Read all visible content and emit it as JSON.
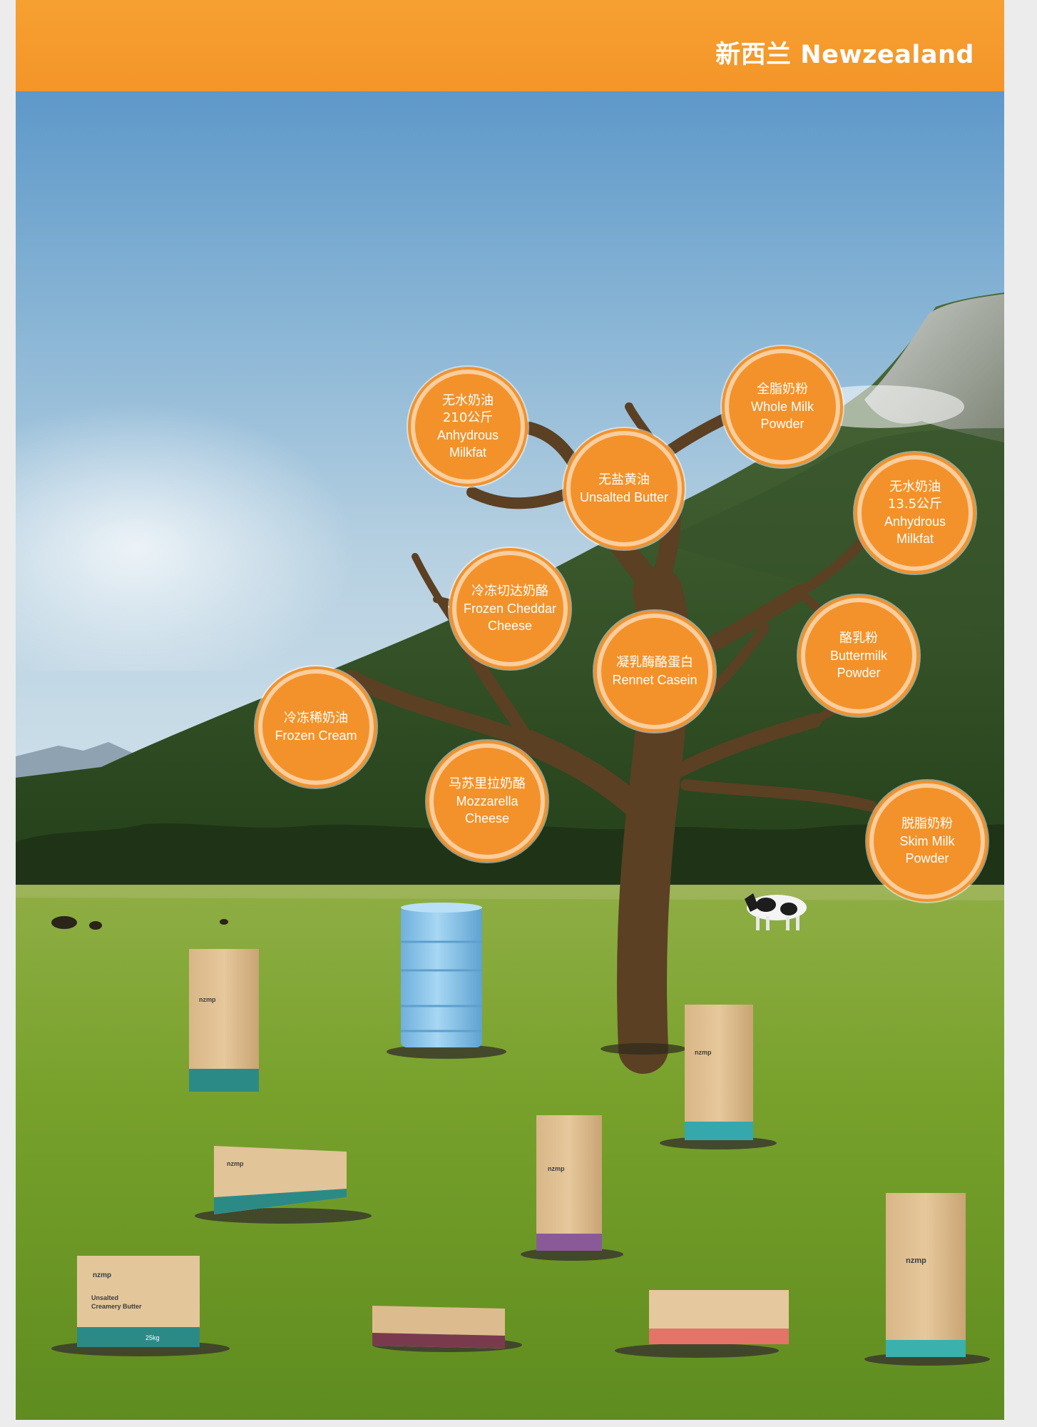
{
  "header": {
    "title": "新西兰 Newzealand"
  },
  "bubbles": [
    {
      "id": "amf-210",
      "lines": [
        "无水奶油",
        "210公斤",
        "Anhydrous",
        "Milkfat"
      ]
    },
    {
      "id": "whole-milk",
      "lines": [
        "全脂奶粉",
        "Whole Milk",
        "Powder"
      ]
    },
    {
      "id": "unsalted-butter",
      "lines": [
        "无盐黄油",
        "Unsalted Butter"
      ]
    },
    {
      "id": "amf-13",
      "lines": [
        "无水奶油",
        "13.5公斤",
        "Anhydrous",
        "Milkfat"
      ]
    },
    {
      "id": "cheddar",
      "lines": [
        "冷冻切达奶酪",
        "Frozen Cheddar",
        "Cheese"
      ]
    },
    {
      "id": "buttermilk",
      "lines": [
        "酪乳粉",
        "Buttermilk",
        "Powder"
      ]
    },
    {
      "id": "rennet",
      "lines": [
        "凝乳酶酪蛋白",
        "Rennet Casein"
      ]
    },
    {
      "id": "frozen-cream",
      "lines": [
        "冷冻稀奶油",
        "Frozen Cream"
      ]
    },
    {
      "id": "mozzarella",
      "lines": [
        "马苏里拉奶酪",
        "Mozzarella",
        "Cheese"
      ]
    },
    {
      "id": "skim-milk",
      "lines": [
        "脱脂奶粉",
        "Skim Milk",
        "Powder"
      ]
    }
  ],
  "packaging": {
    "brand": "nzmp",
    "butter_box_line1": "Unsalted",
    "butter_box_line2": "Creamery Butter",
    "butter_box_weight": "25kg"
  },
  "colors": {
    "banner": "#f49528",
    "bubble": "#f3922a",
    "trunk": "#5b4023",
    "grass": "#7aa32f",
    "sky": "#8cb7d6",
    "drum": "#8ec6ea"
  }
}
